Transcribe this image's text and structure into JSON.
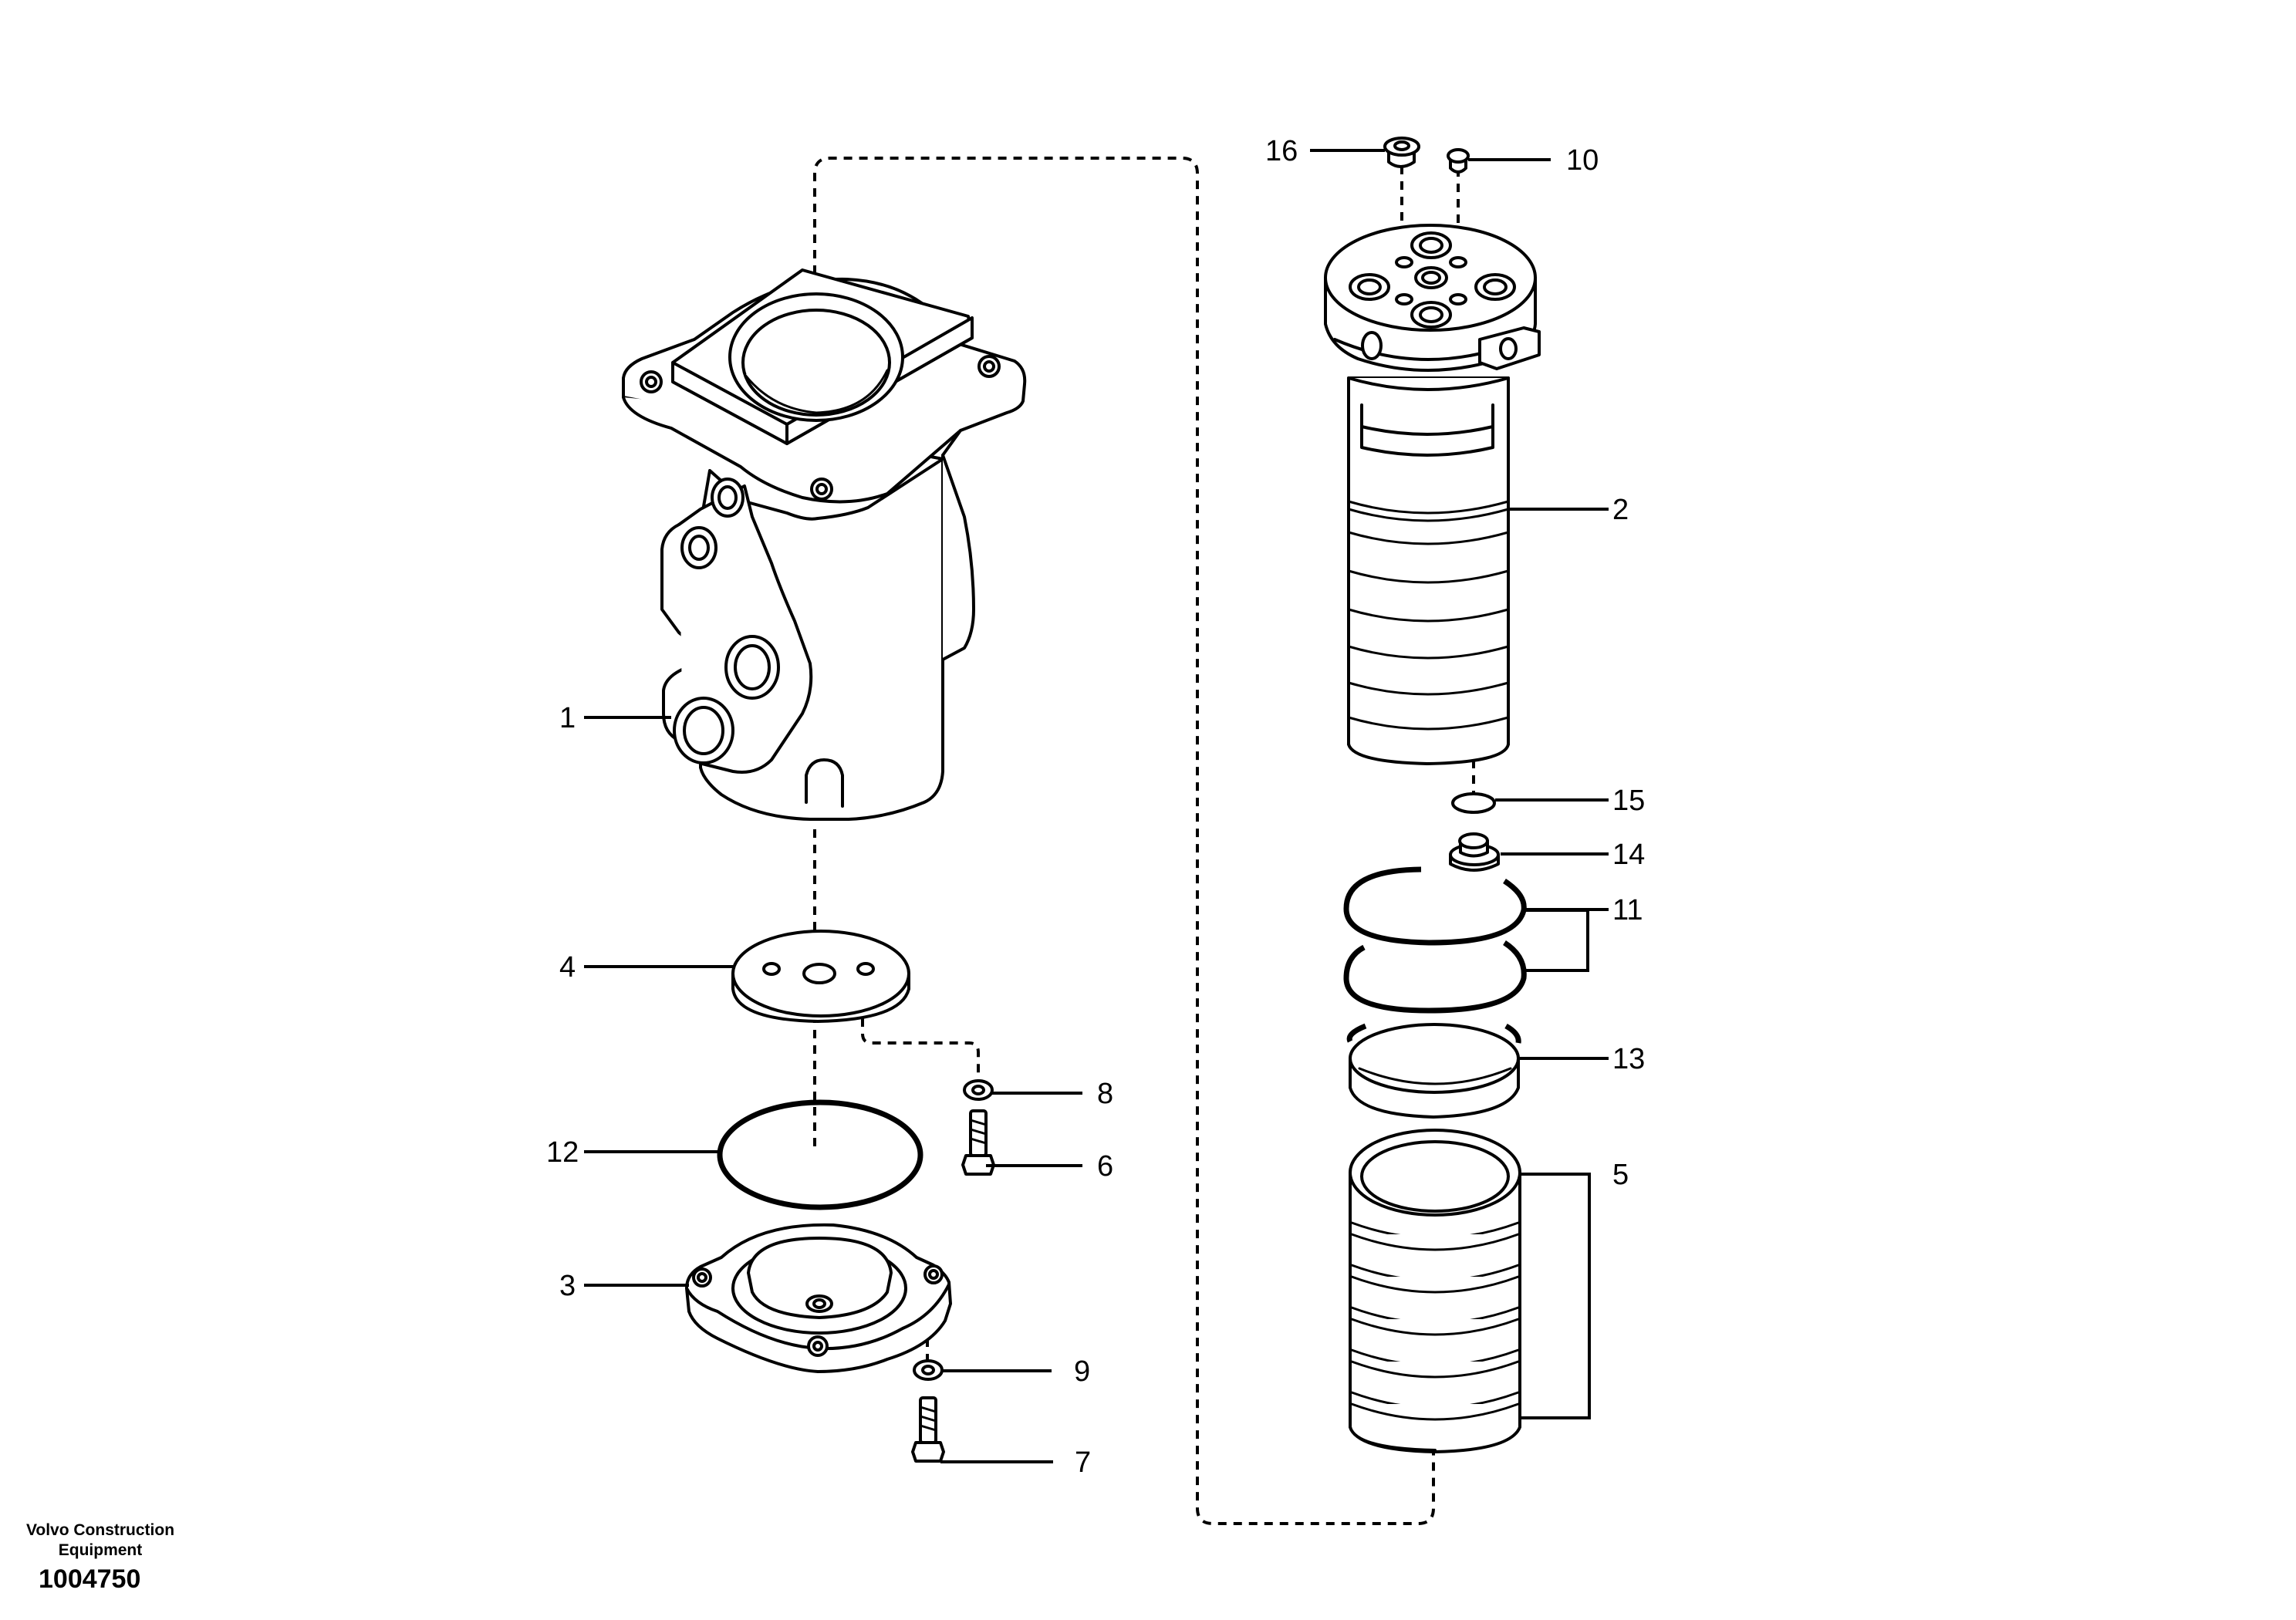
{
  "footer": {
    "brand_line1": "Volvo Construction",
    "brand_line2": "Equipment",
    "document_number": "1004750"
  },
  "callouts": {
    "c1": "1",
    "c2": "2",
    "c3": "3",
    "c4": "4",
    "c5": "5",
    "c6": "6",
    "c7": "7",
    "c8": "8",
    "c9": "9",
    "c10": "10",
    "c11": "11",
    "c12": "12",
    "c13": "13",
    "c14": "14",
    "c15": "15",
    "c16": "16"
  }
}
